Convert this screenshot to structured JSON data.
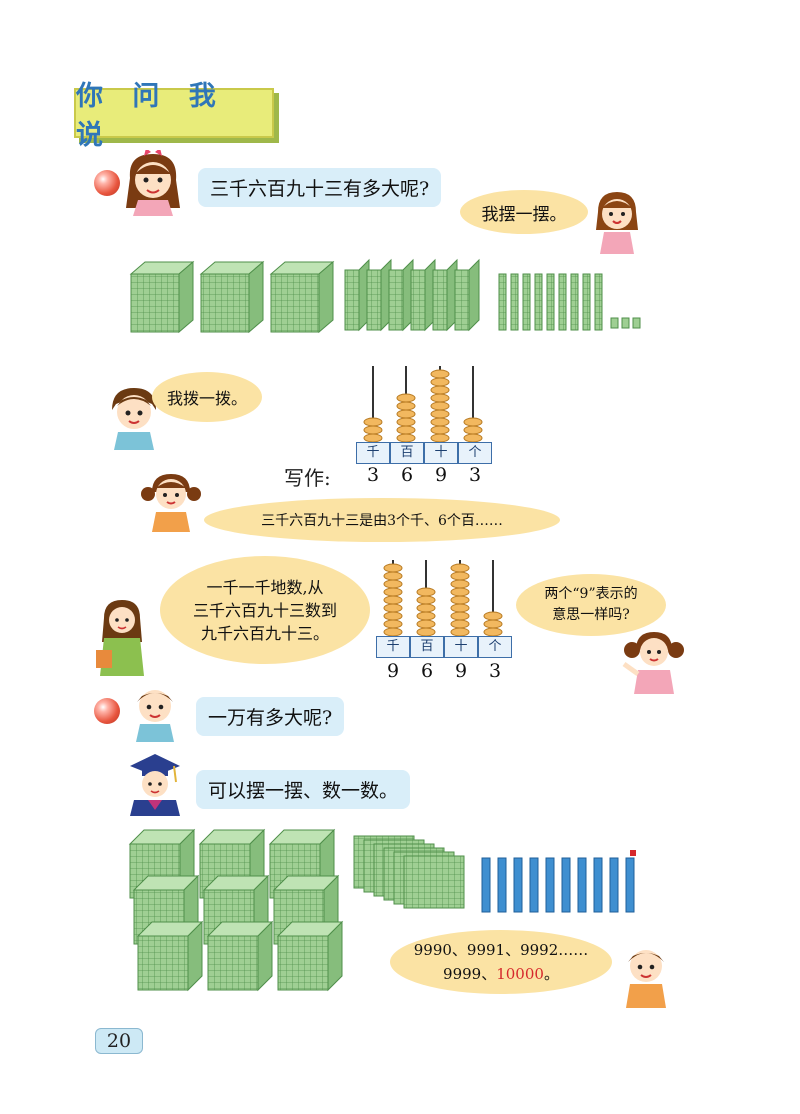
{
  "title": "你 问 我 说",
  "q1": "三千六百九十三有多大呢?",
  "bubble_bai": "我摆一摆。",
  "bubble_bo": "我拨一拨。",
  "write_label": "写作:",
  "write_digits": [
    "3",
    "6",
    "9",
    "3"
  ],
  "abacus_labels": [
    "千",
    "百",
    "十",
    "个"
  ],
  "bubble_composed": "三千六百九十三是由3个千、6个百……",
  "bubble_count_lines": [
    "一千一千地数,从",
    "三千六百九十三数到",
    "九千六百九十三。"
  ],
  "bubble_nine_lines": [
    "两个“9”表示的",
    "意思一样吗?"
  ],
  "abacus2_digits": [
    "9",
    "6",
    "9",
    "3"
  ],
  "q2": "一万有多大呢?",
  "bubble_doctor": "可以摆一摆、数一数。",
  "count_lines": [
    "9990、9991、9992……",
    "9999、"
  ],
  "count_highlight": "10000",
  "count_end": "。",
  "page_number": "20",
  "colors": {
    "cube": "#9fcf93",
    "rod_blue": "#3f8fd0",
    "bead": "#f2b85f",
    "highlight": "#d6282c"
  }
}
